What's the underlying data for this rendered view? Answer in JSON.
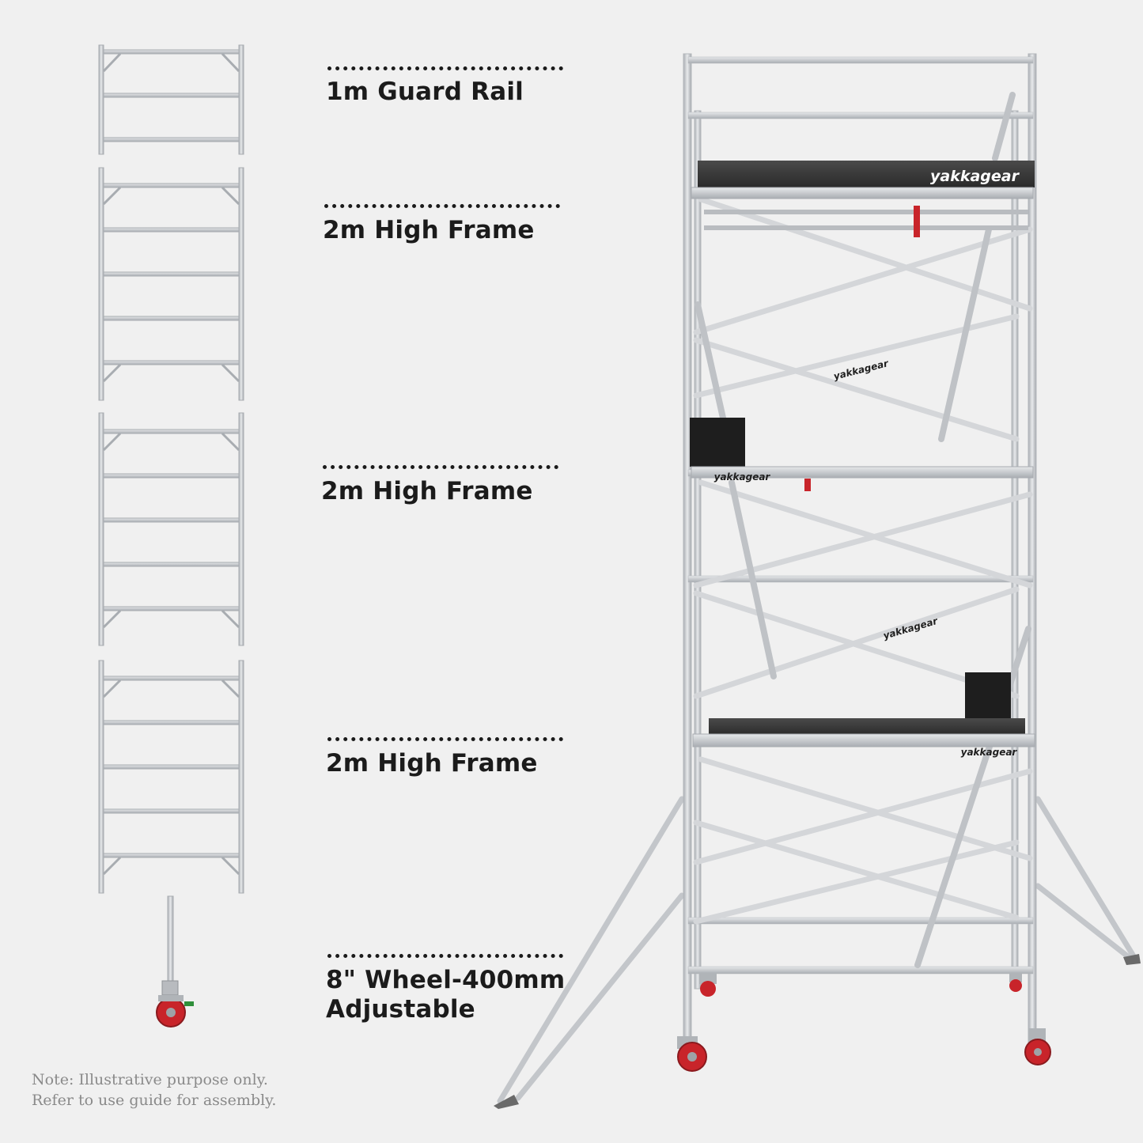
{
  "components": [
    {
      "label": "1m Guard Rail"
    },
    {
      "label": "2m High Frame"
    },
    {
      "label": "2m High Frame"
    },
    {
      "label": "2m High Frame"
    },
    {
      "label_line1": "8\" Wheel-400mm",
      "label_line2": "Adjustable"
    }
  ],
  "note": {
    "line1": "Note: Illustrative purpose only.",
    "line2": "Refer to use guide for assembly."
  },
  "brand": "yakkagear",
  "colors": {
    "background": "#f0f0f0",
    "aluminium": "#c9ccd0",
    "platform": "#3b3b3b",
    "wheel": "#c8242a",
    "text": "#1b1b1b"
  }
}
